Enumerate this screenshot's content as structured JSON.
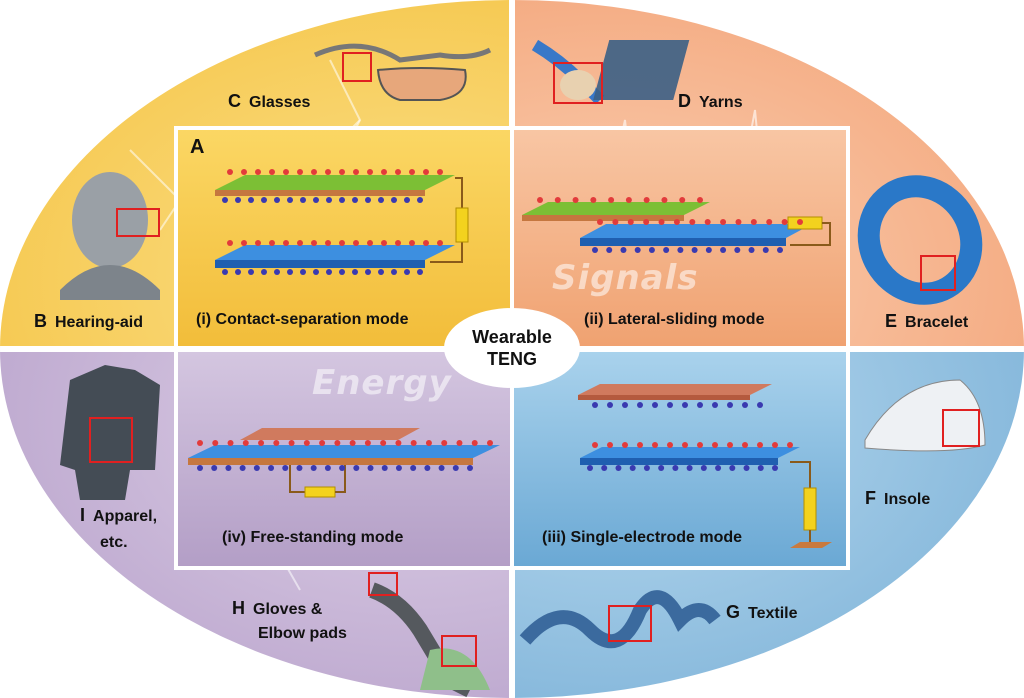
{
  "center": {
    "line1": "Wearable",
    "line2": "TENG"
  },
  "panel_label": "A",
  "modes": {
    "i": "(i) Contact-separation mode",
    "ii": "(ii) Lateral-sliding mode",
    "iii": "(iii) Single-electrode mode",
    "iv": "(iv) Free-standing mode"
  },
  "watermarks": {
    "signals": "Signals",
    "energy": "Energy"
  },
  "applications": {
    "B": {
      "letter": "B",
      "text": "Hearing-aid"
    },
    "C": {
      "letter": "C",
      "text": "Glasses"
    },
    "D": {
      "letter": "D",
      "text": "Yarns"
    },
    "E": {
      "letter": "E",
      "text": "Bracelet"
    },
    "F": {
      "letter": "F",
      "text": "Insole"
    },
    "G": {
      "letter": "G",
      "text": "Textile"
    },
    "H": {
      "letter": "H",
      "line1": "Gloves &",
      "line2": "Elbow pads"
    },
    "I": {
      "letter": "I",
      "line1": "Apparel,",
      "line2": "etc."
    }
  },
  "colors": {
    "top_left": "#f7cd5e",
    "top_right": "#f6b189",
    "bottom_left": "#c7b5d6",
    "bottom_right": "#8fc0df",
    "highlight_box": "#e02020",
    "electrode_green": "#6fb82e",
    "electrode_blue": "#2f7fd6",
    "electrode_copper": "#c97a55",
    "load_yellow": "#f3d21e"
  }
}
